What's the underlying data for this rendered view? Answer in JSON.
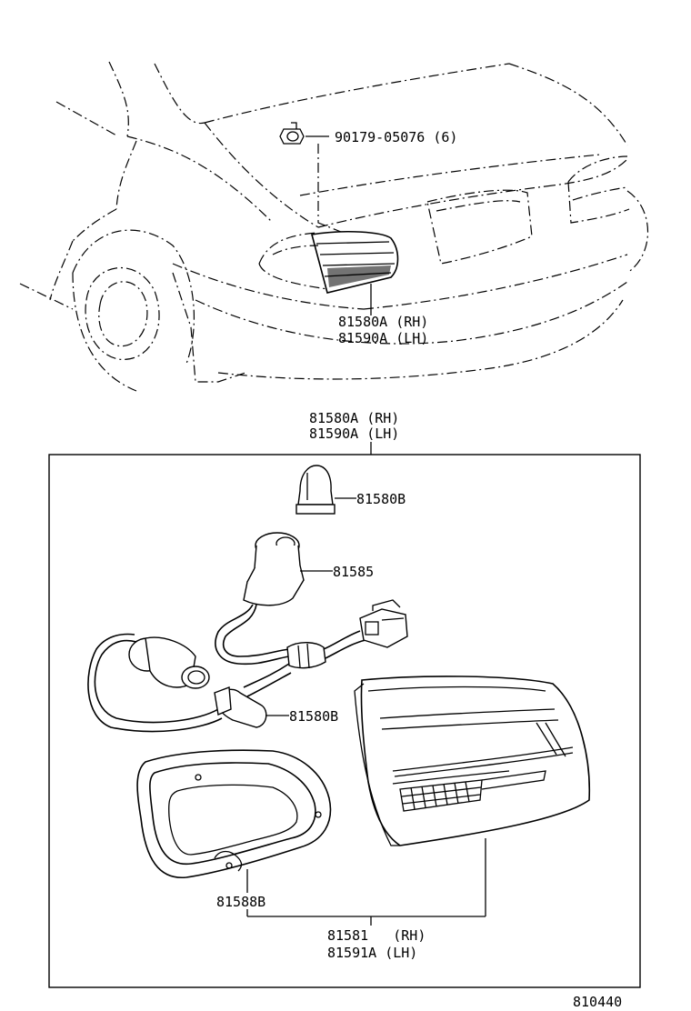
{
  "top_view": {
    "screw_label": "90179-05076 (6)",
    "lamp_label_rh": "81580A (RH)",
    "lamp_label_lh": "81590A (LH)"
  },
  "detail_box": {
    "header_rh": "81580A (RH)",
    "header_lh": "81590A (LH)",
    "bulb_upper_label": "81580B",
    "socket_label": "81585",
    "bulb_lower_label": "81580B",
    "gasket_label": "81588B",
    "lens_label_rh": "81581   (RH)",
    "lens_label_lh": "81591A (LH)"
  },
  "figure_number": "810440"
}
